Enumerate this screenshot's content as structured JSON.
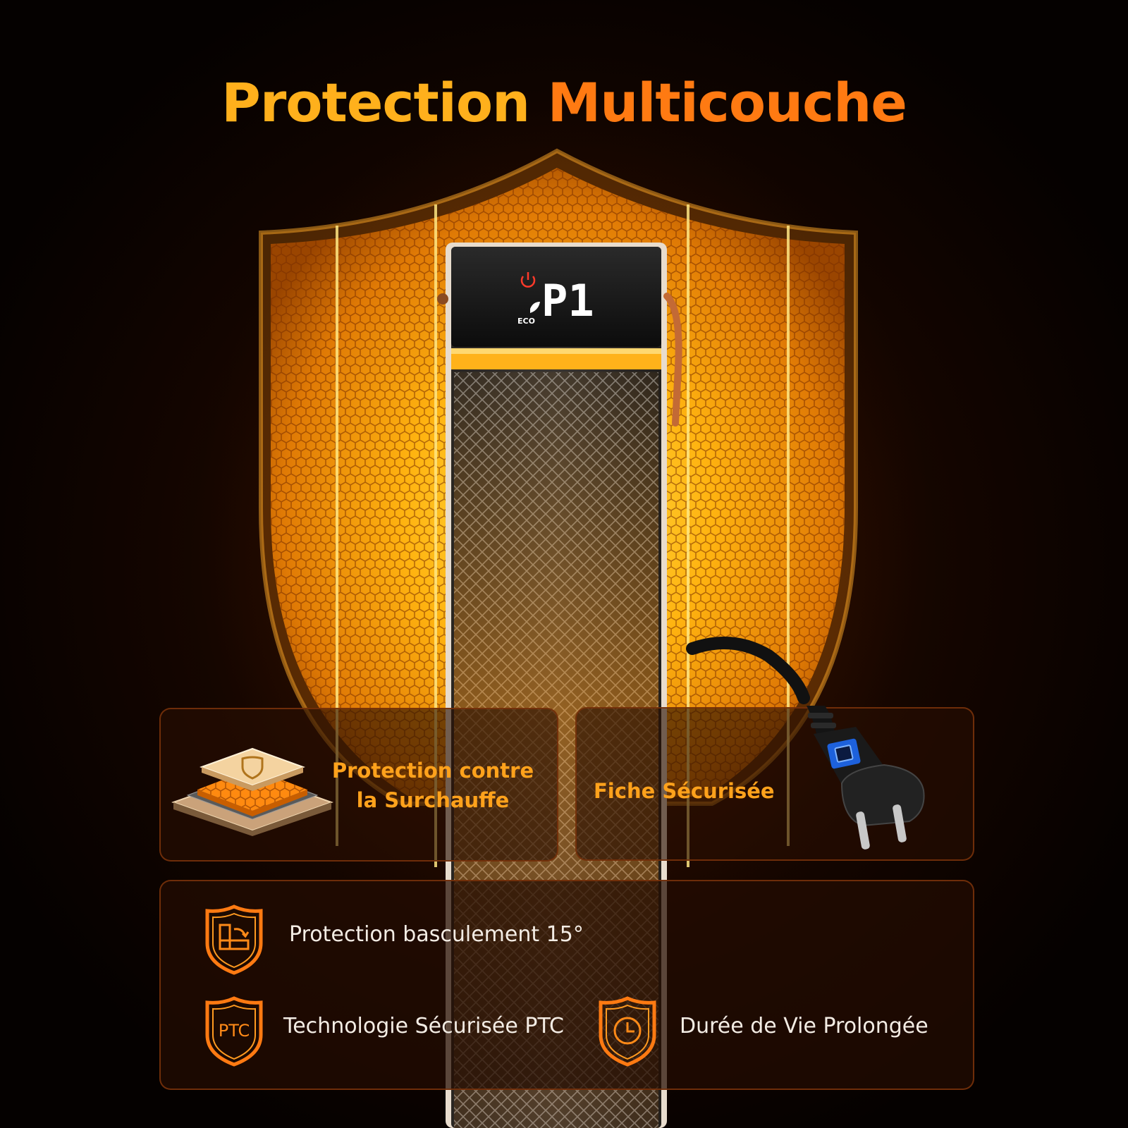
{
  "page": {
    "title_part_1": "Protection",
    "title_part_2": "Multicouche"
  },
  "device": {
    "display_readout": "P1",
    "eco_label": "ECO"
  },
  "cards": {
    "overheat": {
      "line_1": "Protection contre",
      "line_2": "la Surchauffe",
      "icon": "overheat-layers-icon"
    },
    "plug": {
      "label": "Fiche Sécurisée",
      "icon": "plug-icon"
    }
  },
  "features": [
    {
      "label": "Protection basculement 15°",
      "icon": "tilt-shield-icon"
    },
    {
      "label": "Technologie Sécurisée PTC",
      "icon": "ptc-shield-icon",
      "icon_text": "PTC"
    },
    {
      "label": "Durée de Vie Prolongée",
      "icon": "clock-shield-icon"
    }
  ],
  "colors": {
    "title_yellow": "#ffb01c",
    "title_orange": "#ff7a12",
    "accent_orange": "#ffa21c",
    "feature_text": "#f3ece4"
  }
}
